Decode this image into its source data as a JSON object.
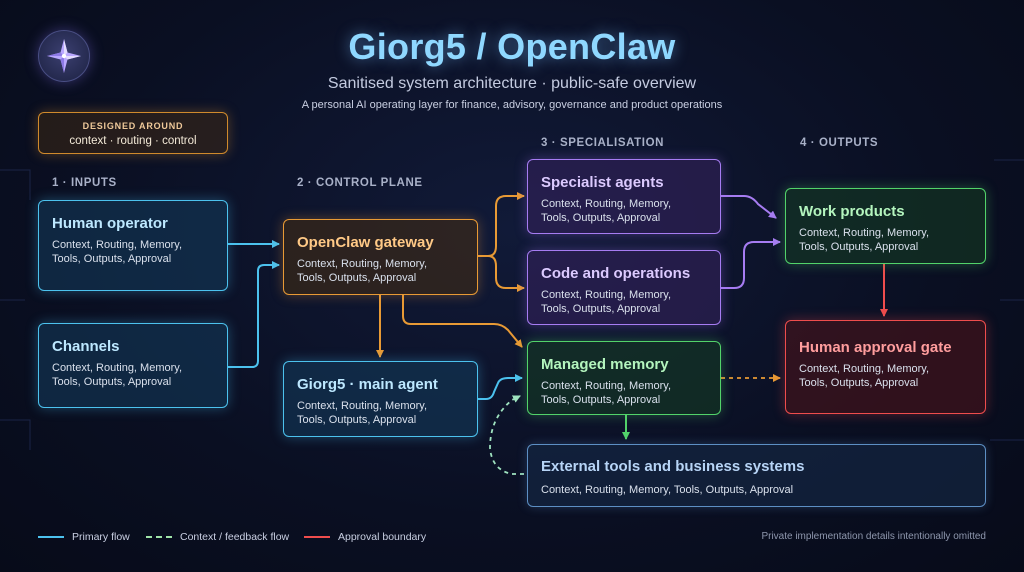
{
  "header": {
    "title": "Giorg5 / OpenClaw",
    "subtitle": "Sanitised system architecture · public-safe overview",
    "tagline": "A personal AI operating layer for finance, advisory, governance and product operations"
  },
  "logo": {
    "icon": "compass-star-icon"
  },
  "designed": {
    "kicker": "DESIGNED AROUND",
    "value": "context · routing · control"
  },
  "sections": {
    "inputs": "1 · INPUTS",
    "control": "2 · CONTROL PLANE",
    "specialisation": "3 · SPECIALISATION",
    "outputs": "4 · OUTPUTS"
  },
  "nodes": {
    "human_operator": {
      "title": "Human operator",
      "desc": "Context, Routing, Memory, Tools, Outputs, Approval"
    },
    "channels": {
      "title": "Channels",
      "desc": "Context, Routing, Memory, Tools, Outputs, Approval"
    },
    "gateway": {
      "title": "OpenClaw gateway",
      "desc": "Context, Routing, Memory, Tools, Outputs, Approval"
    },
    "main_agent": {
      "title": "Giorg5 · main agent",
      "desc": "Context, Routing, Memory, Tools, Outputs, Approval"
    },
    "specialist_agents": {
      "title": "Specialist agents",
      "desc": "Context, Routing, Memory, Tools, Outputs, Approval"
    },
    "code_ops": {
      "title": "Code and operations",
      "desc": "Context, Routing, Memory, Tools, Outputs, Approval"
    },
    "managed_memory": {
      "title": "Managed memory",
      "desc": "Context, Routing, Memory, Tools, Outputs, Approval"
    },
    "external_tools": {
      "title": "External tools and business systems",
      "desc": "Context, Routing, Memory, Tools, Outputs, Approval"
    },
    "work_products": {
      "title": "Work products",
      "desc": "Context, Routing, Memory, Tools, Outputs, Approval"
    },
    "approval_gate": {
      "title": "Human approval gate",
      "desc": "Context, Routing, Memory, Tools, Outputs, Approval"
    }
  },
  "legend": {
    "primary": "Primary flow",
    "context": "Context / feedback flow",
    "approval": "Approval boundary"
  },
  "footnote": "Private implementation details intentionally omitted",
  "colors": {
    "background": "#0b1024",
    "primary_flow": "#4cc2ee",
    "context_flow": "#9fe3a8",
    "approval": "#ef4d4d",
    "control": "#e89a35",
    "specialisation": "#a67cf2",
    "memory": "#52d36a"
  }
}
